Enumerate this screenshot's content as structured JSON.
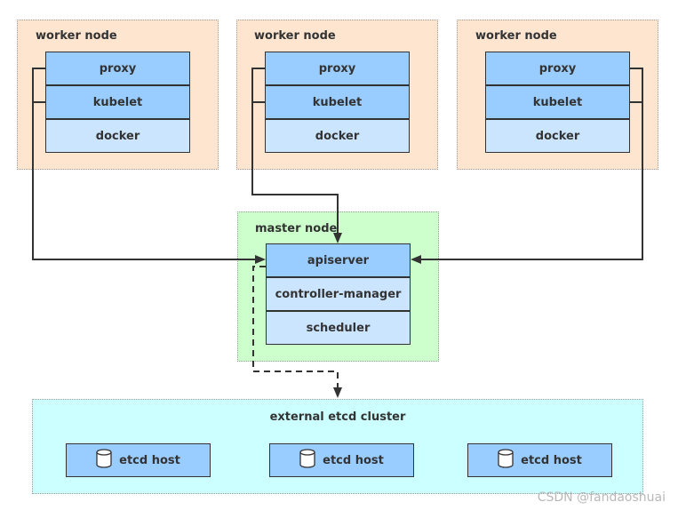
{
  "worker_nodes": [
    {
      "title": "worker node",
      "components": [
        "proxy",
        "kubelet",
        "docker"
      ]
    },
    {
      "title": "worker node",
      "components": [
        "proxy",
        "kubelet",
        "docker"
      ]
    },
    {
      "title": "worker node",
      "components": [
        "proxy",
        "kubelet",
        "docker"
      ]
    }
  ],
  "master_node": {
    "title": "master node",
    "components": [
      "apiserver",
      "controller-manager",
      "scheduler"
    ]
  },
  "etcd_cluster": {
    "title": "external etcd cluster",
    "hosts": [
      "etcd host",
      "etcd host",
      "etcd host"
    ],
    "host_icon": "database-icon"
  },
  "colors": {
    "worker_bg": "#fde5d0",
    "master_bg": "#ccffcc",
    "etcd_bg": "#ccffff",
    "component_dark": "#99ccff",
    "component_light": "#cce5ff"
  },
  "watermark": "CSDN @fandaoshuai"
}
